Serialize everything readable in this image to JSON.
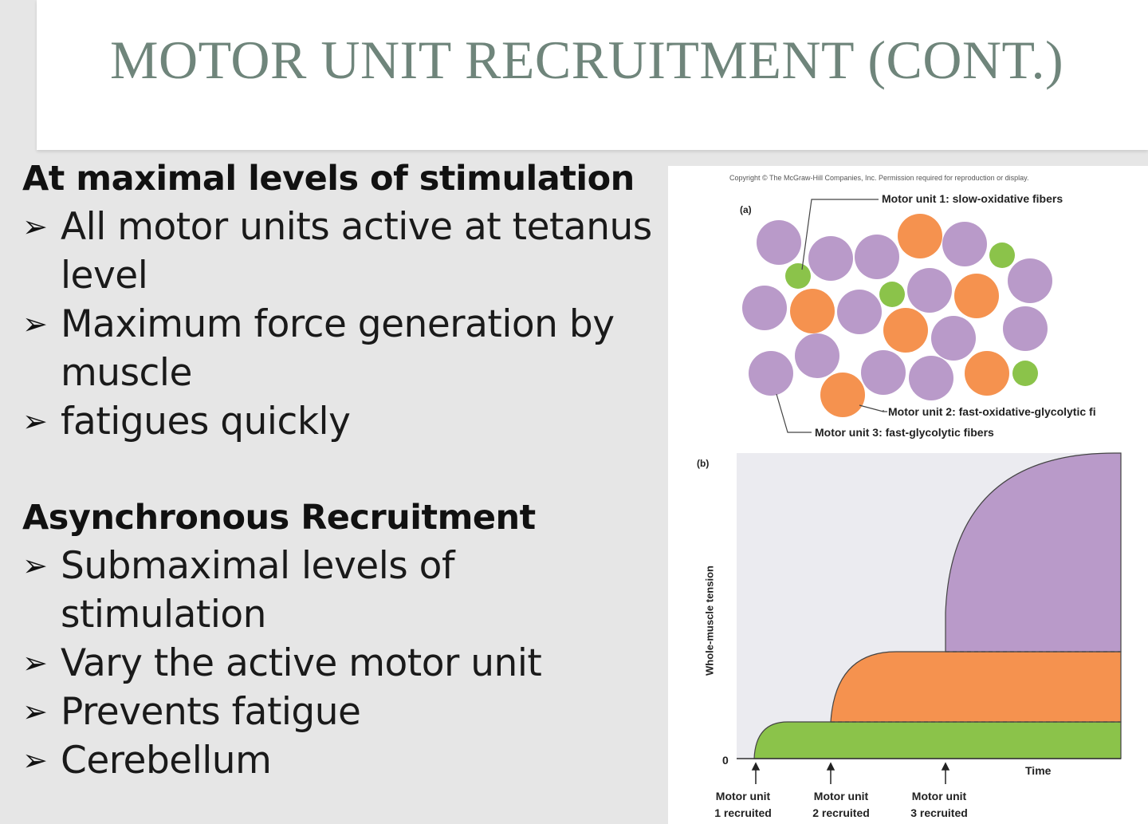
{
  "slide": {
    "title": "MOTOR UNIT RECRUITMENT (CONT.)"
  },
  "sections": [
    {
      "heading": "At maximal levels of stimulation",
      "bullets": [
        "All motor units active at tetanus level",
        "Maximum force generation by muscle",
        "fatigues quickly"
      ]
    },
    {
      "heading": "Asynchronous Recruitment",
      "bullets": [
        "Submaximal levels of stimulation",
        "Vary the active motor unit",
        "Prevents fatigue",
        "Cerebellum"
      ]
    }
  ],
  "bullet_glyph": "➢",
  "figure": {
    "copyright": "Copyright © The McGraw-Hill Companies, Inc. Permission required for reproduction or display.",
    "panel_a_label": "(a)",
    "panel_b_label": "(b)",
    "unit1_label": "Motor unit 1: slow-oxidative fibers",
    "unit2_label": "Motor unit 2: fast-oxidative-glycolytic fi",
    "unit3_label": "Motor unit 3: fast-glycolytic fibers",
    "y_axis_label": "Whole-muscle tension",
    "x_axis_label": "Time",
    "zero_label": "0",
    "recruit_labels": [
      [
        "Motor unit",
        "1 recruited"
      ],
      [
        "Motor unit",
        "2 recruited"
      ],
      [
        "Motor unit",
        "3 recruited"
      ]
    ],
    "colors": {
      "slow_oxidative": "#8bc34a",
      "fast_oxidative_glycolytic": "#f5924f",
      "fast_glycolytic": "#b99ac9"
    }
  }
}
